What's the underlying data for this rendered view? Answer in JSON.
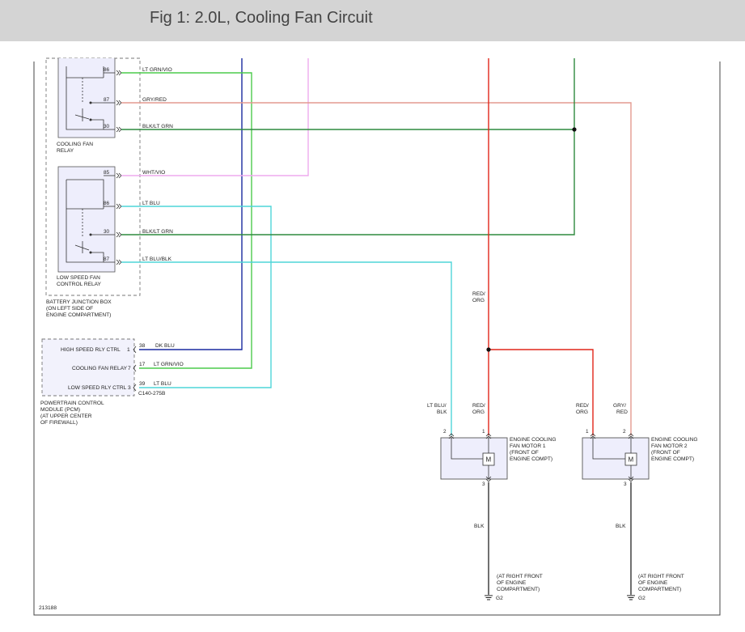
{
  "header": {
    "title": "Fig 1: 2.0L, Cooling Fan Circuit"
  },
  "colors": {
    "lt_grn_vio": "#4ccb4c",
    "gry_red": "#e39a90",
    "blk_lt_grn": "#2f8a3f",
    "wht_vio": "#eeaaee",
    "lt_blu": "#4fd5d8",
    "dk_blu": "#1a2aa0",
    "red_org": "#e0261a",
    "blk": "#333333"
  },
  "relay1": {
    "name_line1": "COOLING FAN",
    "name_line2": "RELAY",
    "pin86": "86",
    "pin87": "87",
    "pin30": "30"
  },
  "relay2": {
    "name_line1": "LOW SPEED FAN",
    "name_line2": "CONTROL RELAY",
    "pin85": "85",
    "pin86": "86",
    "pin30": "30",
    "pin87": "87"
  },
  "junction_box": {
    "line1": "BATTERY JUNCTION BOX",
    "line2": "(ON LEFT SIDE OF",
    "line3": "ENGINE COMPARTMENT)"
  },
  "wires": {
    "lt_grn_vio": "LT GRN/VIO",
    "gry_red": "GRY/RED",
    "blk_lt_grn_1": "BLK/LT GRN",
    "wht_vio": "WHT/VIO",
    "lt_blu": "LT BLU",
    "blk_lt_grn_2": "BLK/LT GRN",
    "lt_blu_blk": "LT BLU/BLK",
    "red_org_line1": "RED/",
    "red_org_line2": "ORG",
    "dk_blu": "DK BLU",
    "pcm_lt_grn_vio": "LT GRN/VIO",
    "pcm_lt_blu": "LT BLU"
  },
  "pcm": {
    "high_speed": "HIGH SPEED RLY CTRL",
    "high_speed_pin": "1",
    "cooling_fan": "COOLING FAN RELAY",
    "cooling_fan_pin": "7",
    "low_speed": "LOW SPEED RLY CTRL",
    "low_speed_pin": "3",
    "wire_pin_38": "38",
    "wire_pin_17": "17",
    "wire_pin_39": "39",
    "connector": "C140-275B",
    "line1": "POWERTRAIN CONTROL",
    "line2": "MODULE (PCM)",
    "line3": "(AT UPPER CENTER",
    "line4": "OF FIREWALL)"
  },
  "motor1": {
    "wire_left_l1": "LT BLU/",
    "wire_left_l2": "BLK",
    "wire_right_l1": "RED/",
    "wire_right_l2": "ORG",
    "pin_left": "2",
    "pin_right": "1",
    "pin_bottom": "3",
    "symbol": "M",
    "line1": "ENGINE COOLING",
    "line2": "FAN MOTOR 1",
    "line3": "(FRONT OF",
    "line4": "ENGINE COMPT)",
    "ground_wire": "BLK",
    "gnd_l1": "(AT RIGHT FRONT",
    "gnd_l2": "OF ENGINE",
    "gnd_l3": "COMPARTMENT)",
    "ground": "G2"
  },
  "motor2": {
    "wire_left_l1": "RED/",
    "wire_left_l2": "ORG",
    "wire_right_l1": "GRY/",
    "wire_right_l2": "RED",
    "pin_left": "1",
    "pin_right": "2",
    "pin_bottom": "3",
    "symbol": "M",
    "line1": "ENGINE COOLING",
    "line2": "FAN MOTOR 2",
    "line3": "(FRONT OF",
    "line4": "ENGINE COMPT)",
    "ground_wire": "BLK",
    "gnd_l1": "(AT RIGHT FRONT",
    "gnd_l2": "OF ENGINE",
    "gnd_l3": "COMPARTMENT)",
    "ground": "G2"
  },
  "diagram_id": "213188"
}
